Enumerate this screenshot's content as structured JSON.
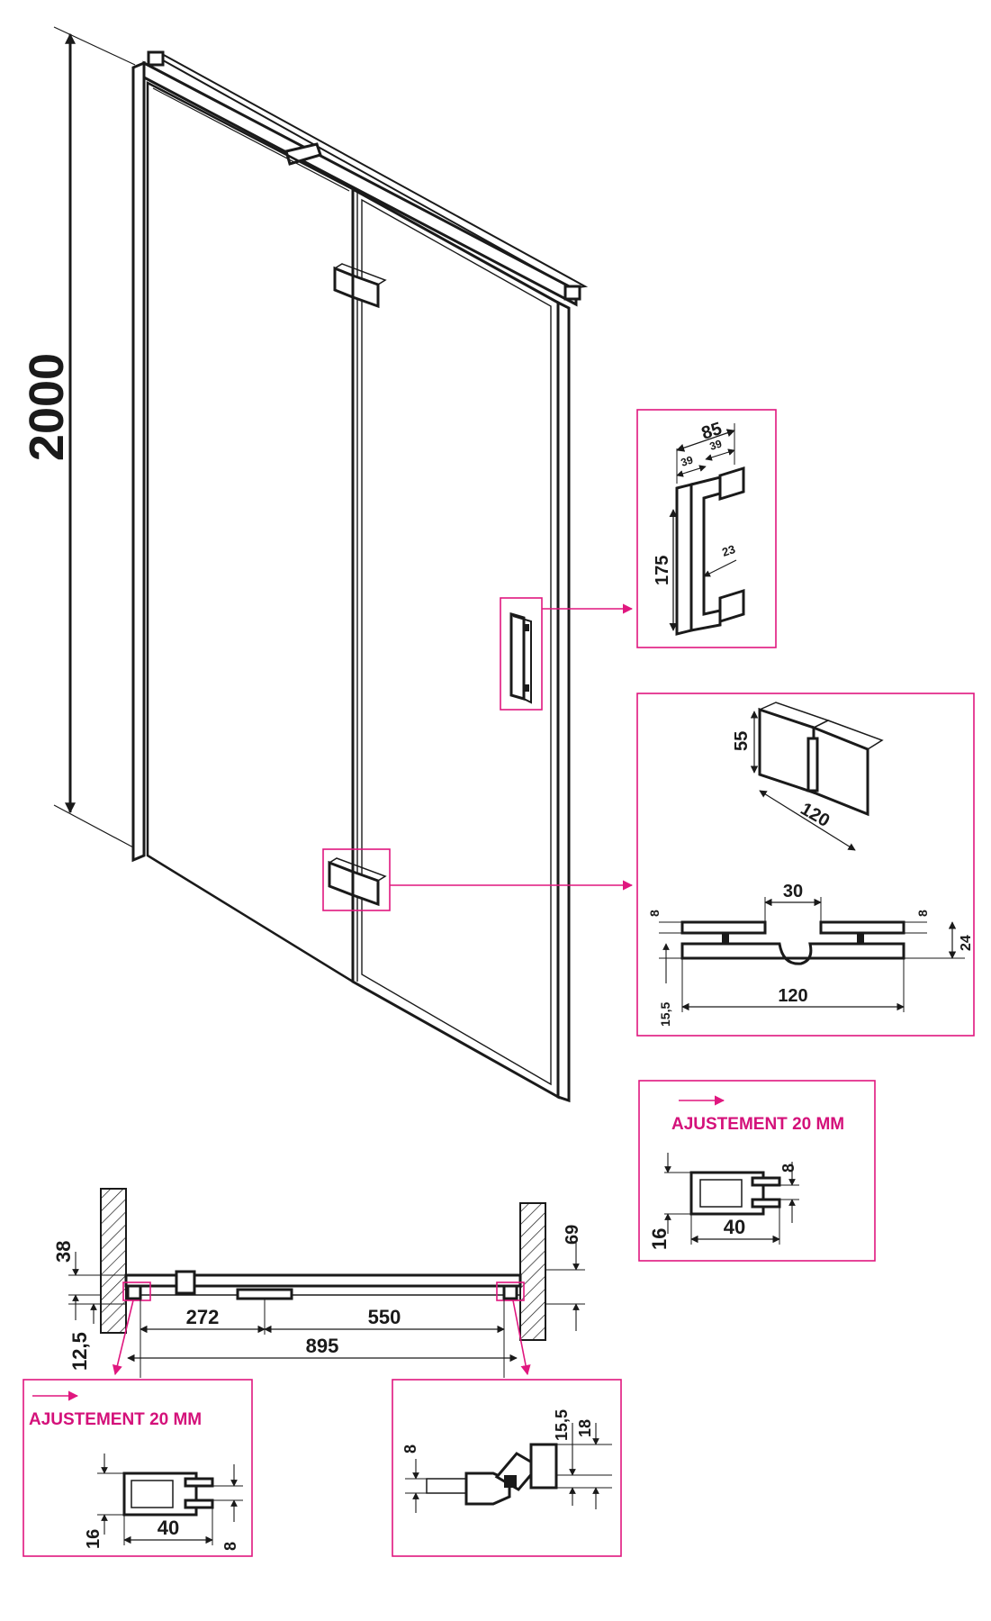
{
  "colors": {
    "line": "#1a1a1a",
    "accent": "#e0177f",
    "background": "#ffffff"
  },
  "main_view": {
    "height": "2000"
  },
  "handle_detail": {
    "width_total": "85",
    "offset_left": "39",
    "offset_right": "39",
    "height": "175",
    "bar": "23"
  },
  "hinge_detail": {
    "height": "55",
    "length": "120",
    "gap": "30",
    "plate_left": "8",
    "plate_right": "8",
    "depth": "24",
    "base": "15,5",
    "length_bottom": "120"
  },
  "profile_right_top": {
    "label": "AJUSTEMENT 20 MM",
    "glass": "8",
    "height": "16",
    "width": "40"
  },
  "plan_view": {
    "wall_left": "38",
    "wall_offset": "12,5",
    "wall_right": "69",
    "seg_left": "272",
    "seg_right": "550",
    "total": "895"
  },
  "profile_bottom_left": {
    "label": "AJUSTEMENT 20 MM",
    "height": "16",
    "width": "40",
    "glass": "8"
  },
  "profile_bottom_right": {
    "glass": "8",
    "gap": "15,5",
    "depth": "18"
  }
}
